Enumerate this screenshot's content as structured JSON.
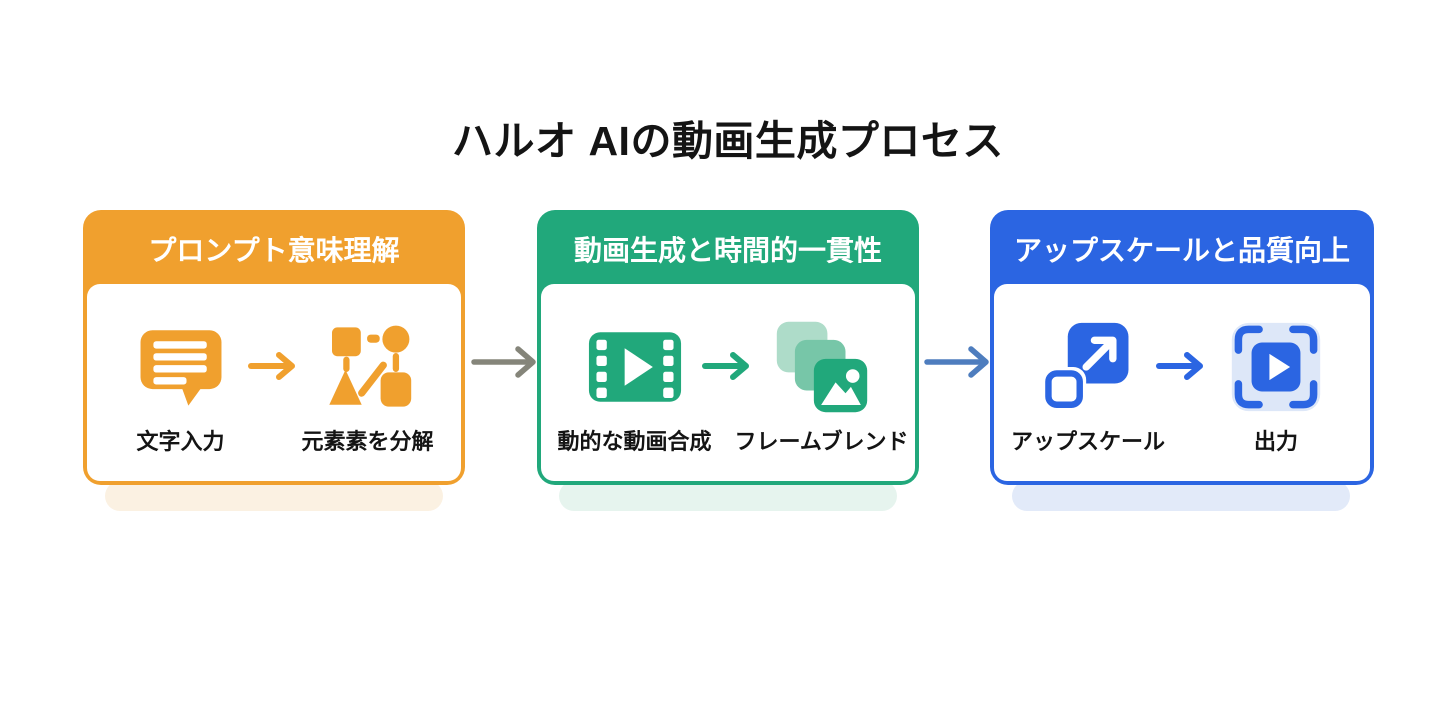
{
  "page": {
    "title": "ハルオ AIの動画生成プロセス",
    "background_color": "#FFFFFF",
    "title_color": "#141414"
  },
  "cards": [
    {
      "header": "プロンプト意味理解",
      "accent_color": "#F0A02E",
      "shadow_tint": "#FBF1E2",
      "steps": [
        {
          "icon": "chat-bubble",
          "label": "文字入力"
        },
        {
          "icon": "decompose-shapes",
          "label": "元素素を分解"
        }
      ]
    },
    {
      "header": "動画生成と時間的一貫性",
      "accent_color": "#21A87B",
      "shadow_tint": "#E6F4EE",
      "steps": [
        {
          "icon": "film-play",
          "label": "動的な動画合成"
        },
        {
          "icon": "stacked-frames",
          "label": "フレームブレンド"
        }
      ]
    },
    {
      "header": "アップスケールと品質向上",
      "accent_color": "#2B65E2",
      "shadow_tint": "#E2EAF9",
      "steps": [
        {
          "icon": "upscale",
          "label": "アップスケール"
        },
        {
          "icon": "output-play",
          "label": "出力"
        }
      ]
    }
  ],
  "connectors": [
    {
      "from": "プロンプト意味理解",
      "to": "動画生成と時間的一貫性",
      "color": "#85857A"
    },
    {
      "from": "動画生成と時間的一貫性",
      "to": "アップスケールと品質向上",
      "color": "#4E7DBE"
    }
  ]
}
